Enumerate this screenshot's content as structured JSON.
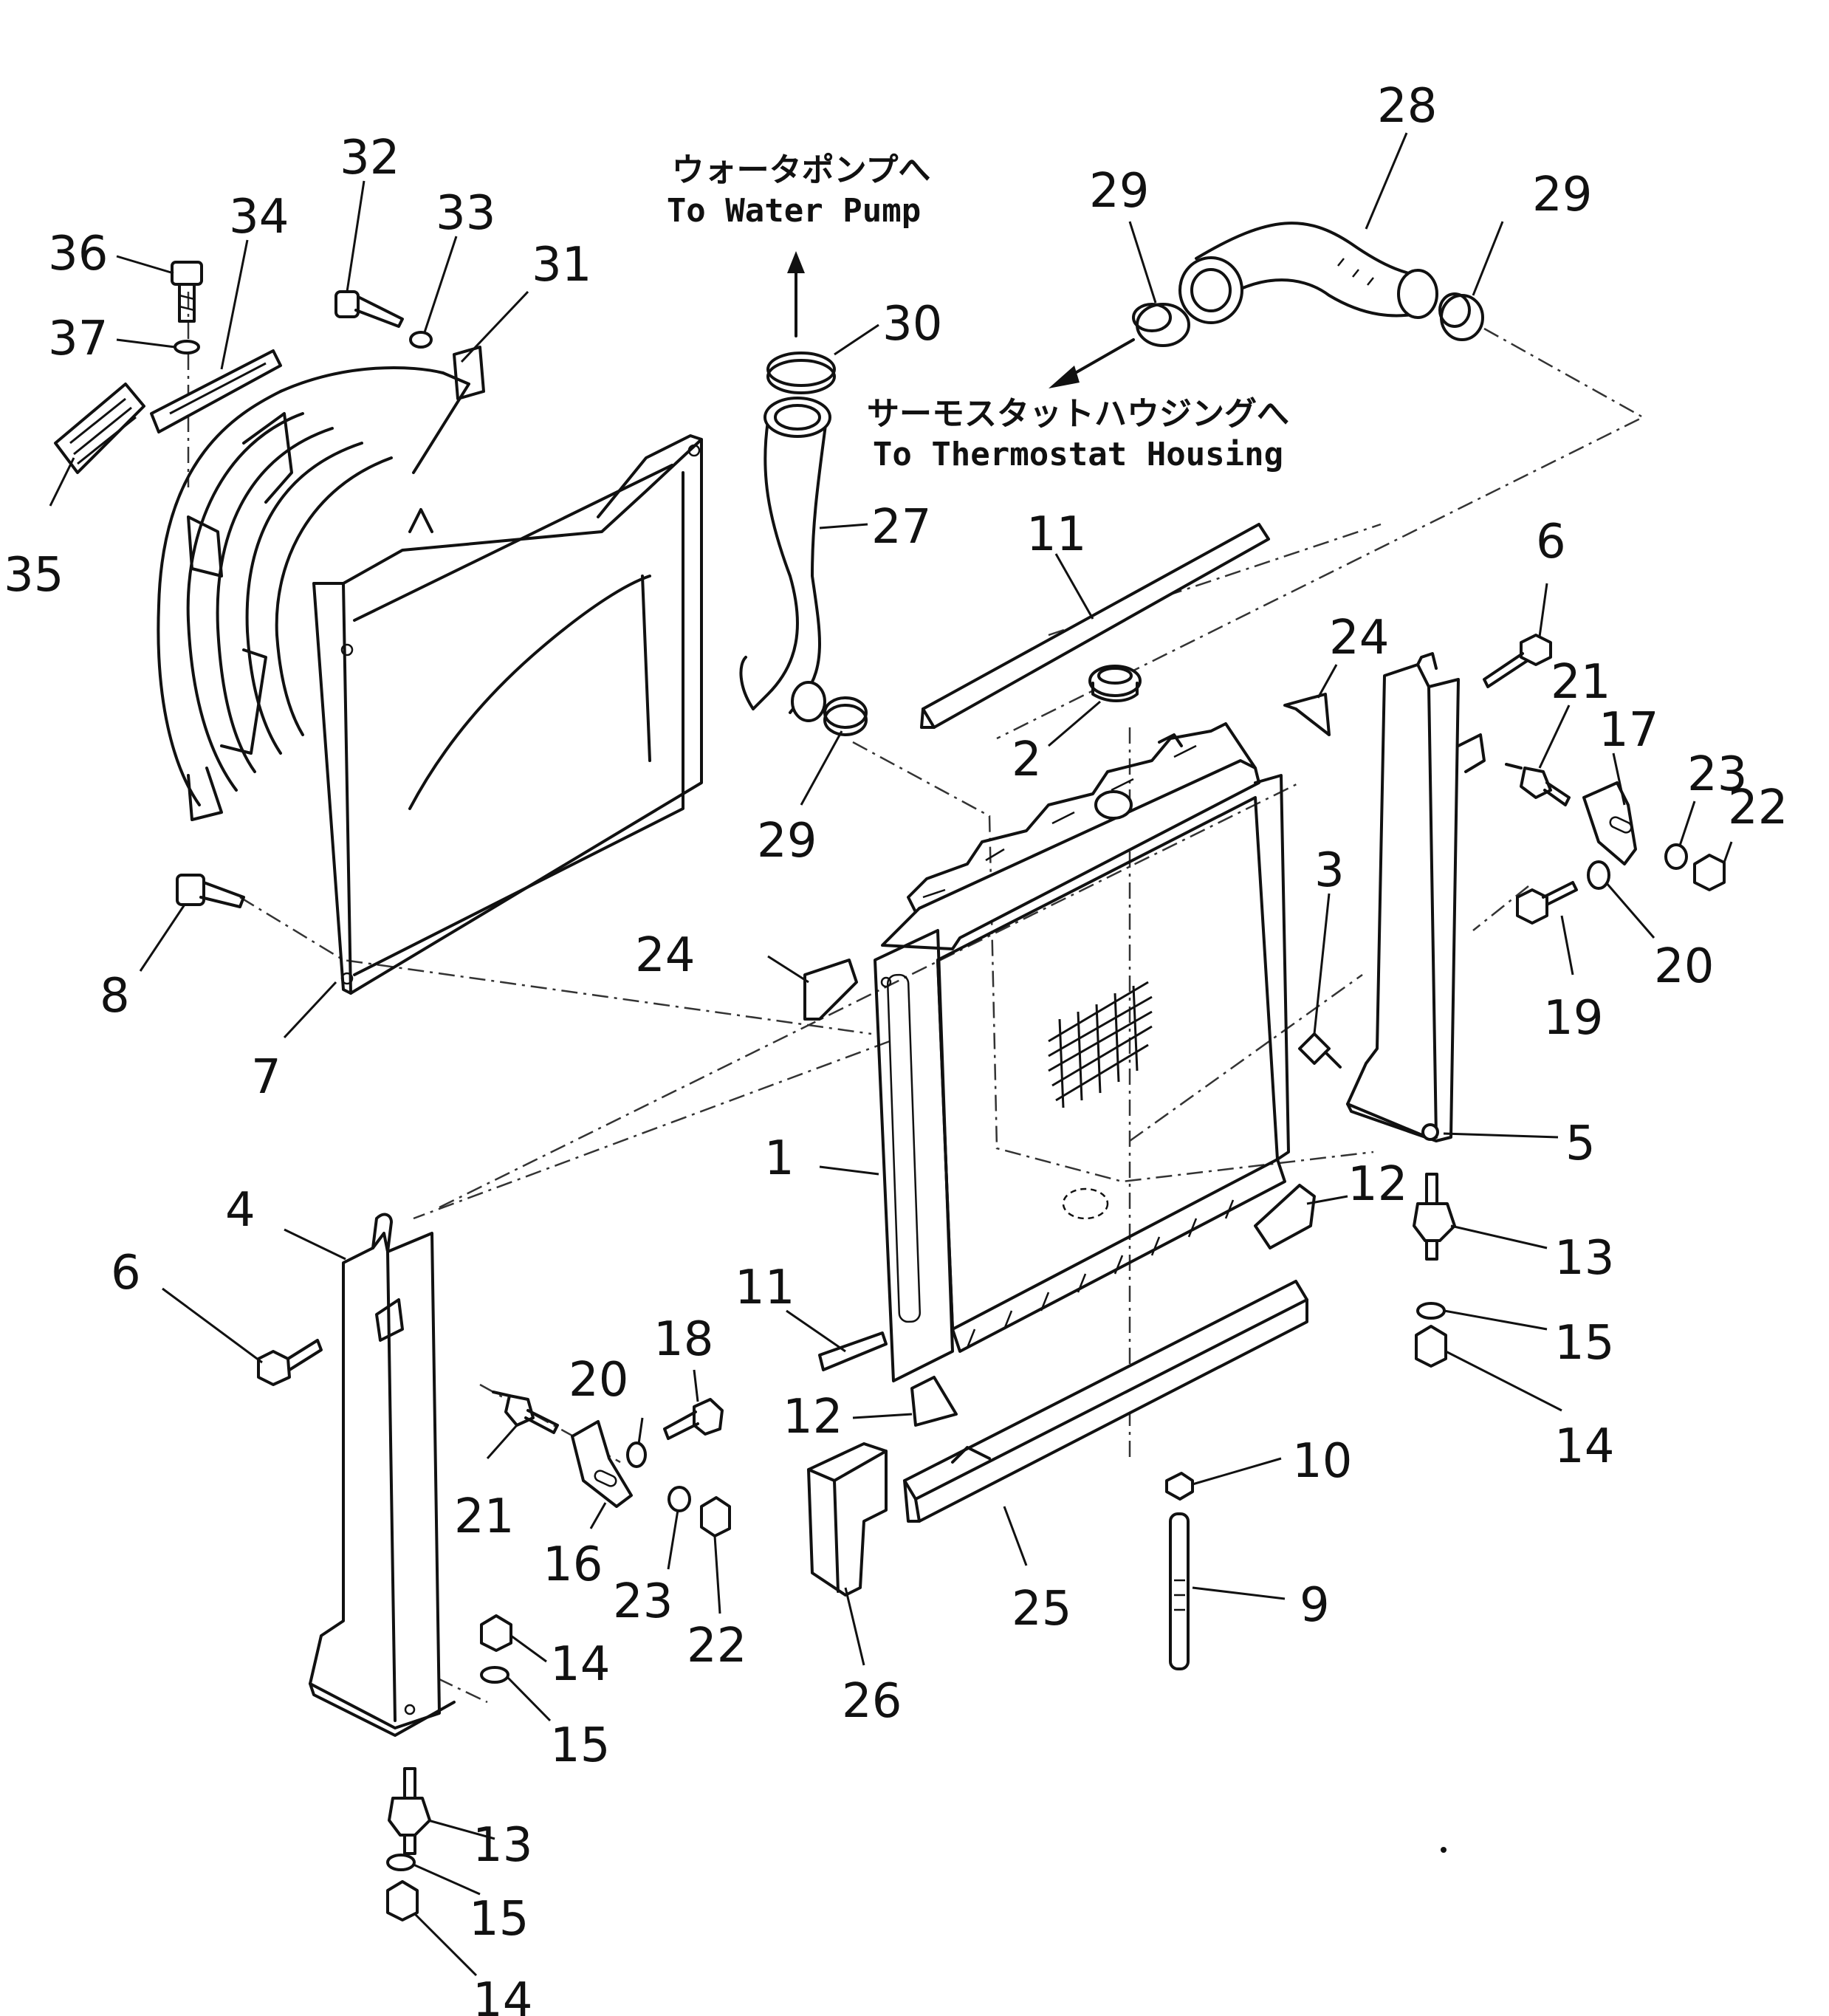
{
  "captions": {
    "water_pump_jp": "ウォータポンプへ",
    "water_pump_en": "To Water Pump",
    "thermostat_jp": "サーモスタットハウジングへ",
    "thermostat_en": "To Thermostat Housing"
  },
  "callouts": [
    "1",
    "2",
    "3",
    "4",
    "5",
    "6",
    "6",
    "7",
    "8",
    "9",
    "10",
    "11",
    "11",
    "12",
    "12",
    "13",
    "13",
    "14",
    "14",
    "14",
    "15",
    "15",
    "15",
    "16",
    "17",
    "18",
    "19",
    "20",
    "20",
    "21",
    "21",
    "22",
    "22",
    "23",
    "23",
    "24",
    "24",
    "25",
    "26",
    "27",
    "28",
    "29",
    "29",
    "29",
    "30",
    "31",
    "32",
    "33",
    "34",
    "35",
    "36",
    "37"
  ]
}
